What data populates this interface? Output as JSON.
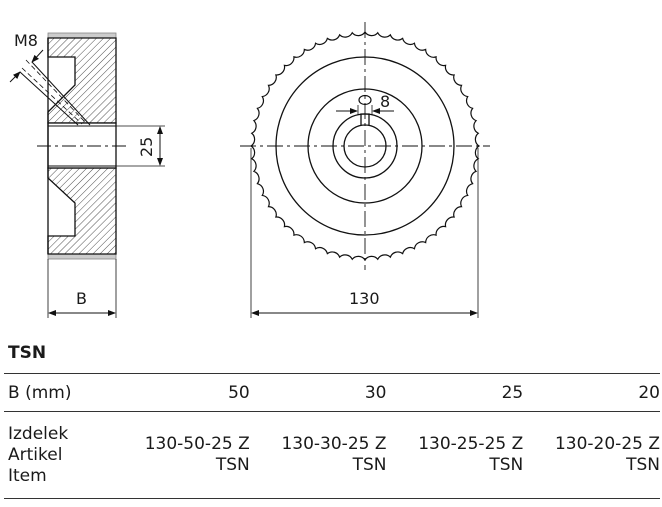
{
  "drawing": {
    "side_view": {
      "thread_label": "M8",
      "bore_dim": "25",
      "width_dim": "B"
    },
    "front_view": {
      "keyway_dim": "8",
      "diameter_dim": "130",
      "teeth_count": 56
    }
  },
  "table": {
    "title": "TSN",
    "header_label": "B (mm)",
    "item_label_lines": [
      "Izdelek",
      "Artikel",
      "Item"
    ],
    "columns": [
      {
        "b": "50",
        "item_line1": "130-50-25 Z",
        "item_line2": "TSN"
      },
      {
        "b": "30",
        "item_line1": "130-30-25 Z",
        "item_line2": "TSN"
      },
      {
        "b": "25",
        "item_line1": "130-25-25 Z",
        "item_line2": "TSN"
      },
      {
        "b": "20",
        "item_line1": "130-20-25 Z",
        "item_line2": "TSN"
      }
    ]
  }
}
